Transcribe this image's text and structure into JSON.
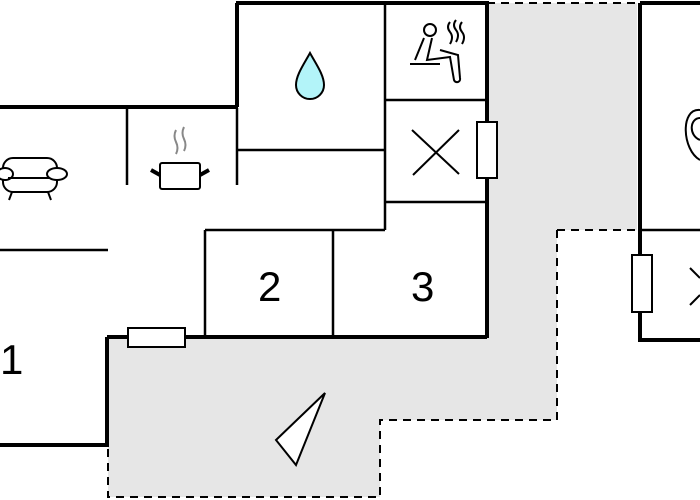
{
  "rooms": [
    {
      "label": "1"
    },
    {
      "label": "2"
    },
    {
      "label": "3"
    }
  ],
  "icons": [
    "sofa-icon",
    "cooking-pot-icon",
    "water-drop-icon",
    "sauna-icon",
    "toilet-icon",
    "door-icon",
    "entrance-arrow-icon"
  ],
  "colors": {
    "terrace": "#e6e6e6",
    "water": "#b3f4f9",
    "walls": "#000000"
  }
}
